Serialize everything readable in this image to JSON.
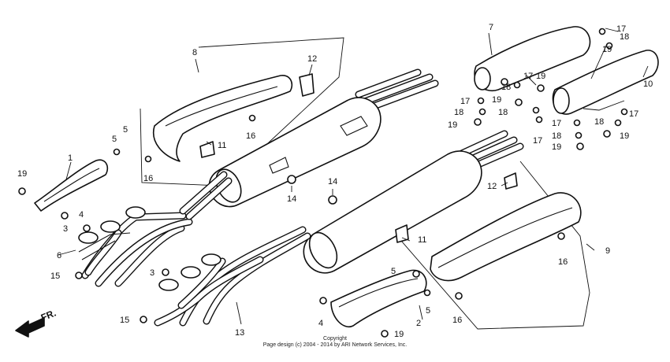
{
  "callouts": {
    "c1": "1",
    "c2": "2",
    "c3a": "3",
    "c3b": "3",
    "c4a": "4",
    "c4b": "4",
    "c5a": "5",
    "c5b": "5",
    "c5c": "5",
    "c5d": "5",
    "c6": "6",
    "c7": "7",
    "c8": "8",
    "c9": "9",
    "c10": "10",
    "c11a": "11",
    "c11b": "11",
    "c12a": "12",
    "c12b": "12",
    "c13": "13",
    "c14a": "14",
    "c14b": "14",
    "c15a": "15",
    "c15b": "15",
    "c16a": "16",
    "c16b": "16",
    "c16c": "16",
    "c16d": "16",
    "c17a": "17",
    "c17b": "17",
    "c17c": "17",
    "c17d": "17",
    "c17e": "17",
    "c17f": "17",
    "c18a": "18",
    "c18b": "18",
    "c18c": "18",
    "c18d": "18",
    "c18e": "18",
    "c18f": "18",
    "c19a": "19",
    "c19b": "19",
    "c19c": "19",
    "c19d": "19",
    "c19e": "19",
    "c19f": "19",
    "c19g": "19",
    "c19h": "19"
  },
  "direction_label": "FR.",
  "copyright": {
    "line1": "Copyright",
    "line2": "Page design (c) 2004 - 2014 by ARI Network Services, Inc."
  }
}
